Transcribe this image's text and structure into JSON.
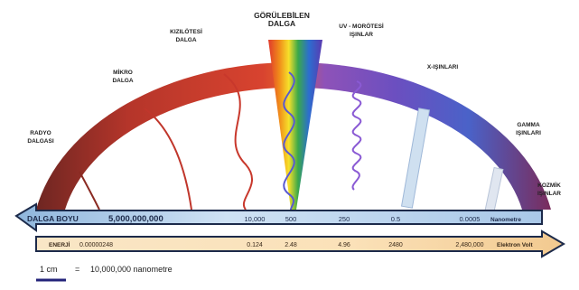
{
  "region_labels": [
    {
      "id": "radio",
      "lines": [
        "RADYO",
        "DALGASI"
      ]
    },
    {
      "id": "micro",
      "lines": [
        "MİKRO",
        "DALGA"
      ]
    },
    {
      "id": "infrared",
      "lines": [
        "KIZILÖTESİ",
        "DALGA"
      ]
    },
    {
      "id": "visible",
      "lines": [
        "GÖRÜLEBİLEN",
        "DALGA"
      ]
    },
    {
      "id": "uv",
      "lines": [
        "UV - MORÖTESİ",
        "IŞINLAR"
      ]
    },
    {
      "id": "xray",
      "lines": [
        "X-IŞINLARI"
      ]
    },
    {
      "id": "gamma",
      "lines": [
        "GAMMA",
        "IŞINLARI"
      ]
    },
    {
      "id": "cosmic",
      "lines": [
        "KOZMİK",
        "IŞINLAR"
      ]
    }
  ],
  "wavelength_bar": {
    "label": "DALGA BOYU",
    "values": [
      "5,000,000,000",
      "10,000",
      "500",
      "250",
      "0.5",
      "0.0005"
    ],
    "unit": "Nanometre"
  },
  "energy_bar": {
    "label": "ENERJİ",
    "values": [
      "0.00000248",
      "0.124",
      "2.48",
      "4.96",
      "2480",
      "2,480,000"
    ],
    "unit": "Elektron Volt"
  },
  "scale": {
    "lhs": "1 cm",
    "eq": "=",
    "rhs": "10,000,000 nanometre"
  },
  "colors": {
    "radio": "#7a2a24",
    "micro": "#c23a2c",
    "infrared": "#d4412e",
    "uv": "#7d4fb8",
    "xray": "#3d5fc8",
    "gamma": "#6a3fb0",
    "wavelength_bar": "#bcd6ee",
    "energy_bar": "#f6dcb4",
    "accent": "#23237a"
  }
}
